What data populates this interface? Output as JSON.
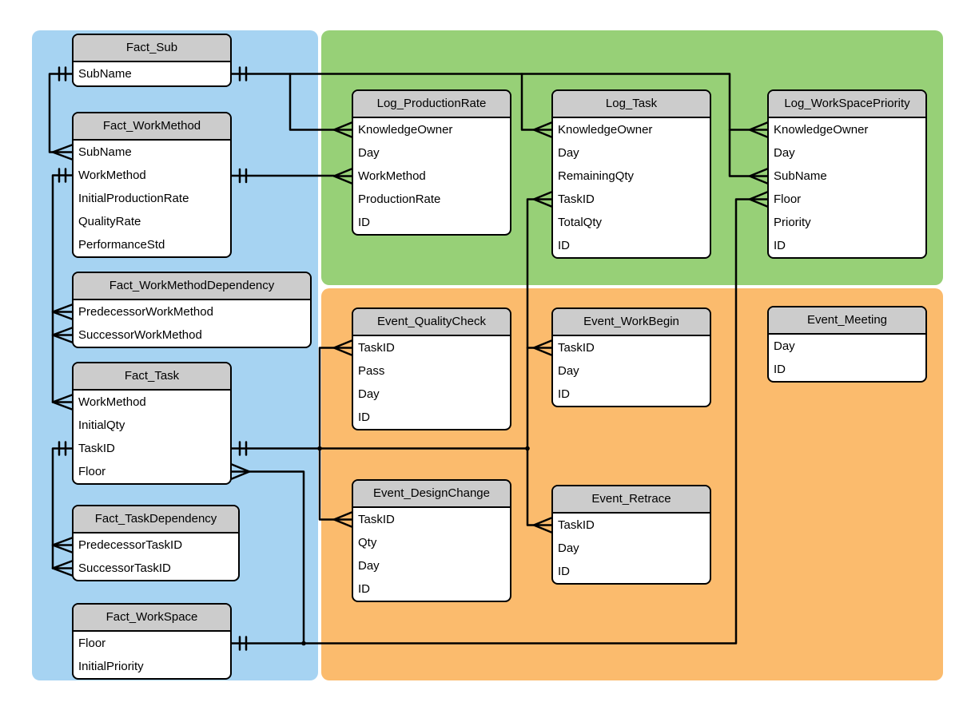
{
  "diagram": {
    "type": "entity-relationship-diagram",
    "colors": {
      "fact_region": "#A6D3F2",
      "log_region": "#97D077",
      "event_region": "#FBBB6D",
      "table_header": "#CCCCCC",
      "table_body": "#FFFFFF",
      "line": "#000000"
    },
    "notation": {
      "one": "double-tick (exactly one)",
      "many": "crow-foot (zero or more)"
    }
  },
  "entities": [
    {
      "name": "Fact_Sub",
      "fields": [
        "SubName"
      ]
    },
    {
      "name": "Fact_WorkMethod",
      "fields": [
        "SubName",
        "WorkMethod",
        "InitialProductionRate",
        "QualityRate",
        "PerformanceStd"
      ]
    },
    {
      "name": "Fact_WorkMethodDependency",
      "fields": [
        "PredecessorWorkMethod",
        "SuccessorWorkMethod"
      ]
    },
    {
      "name": "Fact_Task",
      "fields": [
        "WorkMethod",
        "InitialQty",
        "TaskID",
        "Floor"
      ]
    },
    {
      "name": "Fact_TaskDependency",
      "fields": [
        "PredecessorTaskID",
        "SuccessorTaskID"
      ]
    },
    {
      "name": "Fact_WorkSpace",
      "fields": [
        "Floor",
        "InitialPriority"
      ]
    },
    {
      "name": "Log_ProductionRate",
      "fields": [
        "KnowledgeOwner",
        "Day",
        "WorkMethod",
        "ProductionRate",
        "ID"
      ]
    },
    {
      "name": "Log_Task",
      "fields": [
        "KnowledgeOwner",
        "Day",
        "RemainingQty",
        "TaskID",
        "TotalQty",
        "ID"
      ]
    },
    {
      "name": "Log_WorkSpacePriority",
      "fields": [
        "KnowledgeOwner",
        "Day",
        "SubName",
        "Floor",
        "Priority",
        "ID"
      ]
    },
    {
      "name": "Event_QualityCheck",
      "fields": [
        "TaskID",
        "Pass",
        "Day",
        "ID"
      ]
    },
    {
      "name": "Event_WorkBegin",
      "fields": [
        "TaskID",
        "Day",
        "ID"
      ]
    },
    {
      "name": "Event_Meeting",
      "fields": [
        "Day",
        "ID"
      ]
    },
    {
      "name": "Event_DesignChange",
      "fields": [
        "TaskID",
        "Qty",
        "Day",
        "ID"
      ]
    },
    {
      "name": "Event_Retrace",
      "fields": [
        "TaskID",
        "Day",
        "ID"
      ]
    }
  ],
  "relationships": [
    {
      "one": "Fact_Sub.SubName",
      "many": [
        "Fact_WorkMethod.SubName"
      ]
    },
    {
      "one": "Fact_Sub.SubName",
      "many": [
        "Log_ProductionRate.KnowledgeOwner",
        "Log_Task.KnowledgeOwner",
        "Log_WorkSpacePriority.KnowledgeOwner",
        "Log_WorkSpacePriority.SubName"
      ]
    },
    {
      "one": "Fact_WorkMethod.WorkMethod",
      "many": [
        "Log_ProductionRate.WorkMethod"
      ]
    },
    {
      "one": "Fact_WorkMethod.WorkMethod",
      "many": [
        "Fact_WorkMethodDependency.PredecessorWorkMethod",
        "Fact_WorkMethodDependency.SuccessorWorkMethod",
        "Fact_Task.WorkMethod"
      ]
    },
    {
      "one": "Fact_Task.TaskID",
      "many": [
        "Fact_TaskDependency.PredecessorTaskID",
        "Fact_TaskDependency.SuccessorTaskID"
      ]
    },
    {
      "one": "Fact_Task.TaskID",
      "many": [
        "Log_Task.TaskID",
        "Event_WorkBegin.TaskID",
        "Event_Retrace.TaskID",
        "Event_QualityCheck.TaskID",
        "Event_DesignChange.TaskID"
      ]
    },
    {
      "one": "Fact_WorkSpace.Floor",
      "many": [
        "Fact_Task.Floor",
        "Log_WorkSpacePriority.Floor"
      ]
    }
  ]
}
